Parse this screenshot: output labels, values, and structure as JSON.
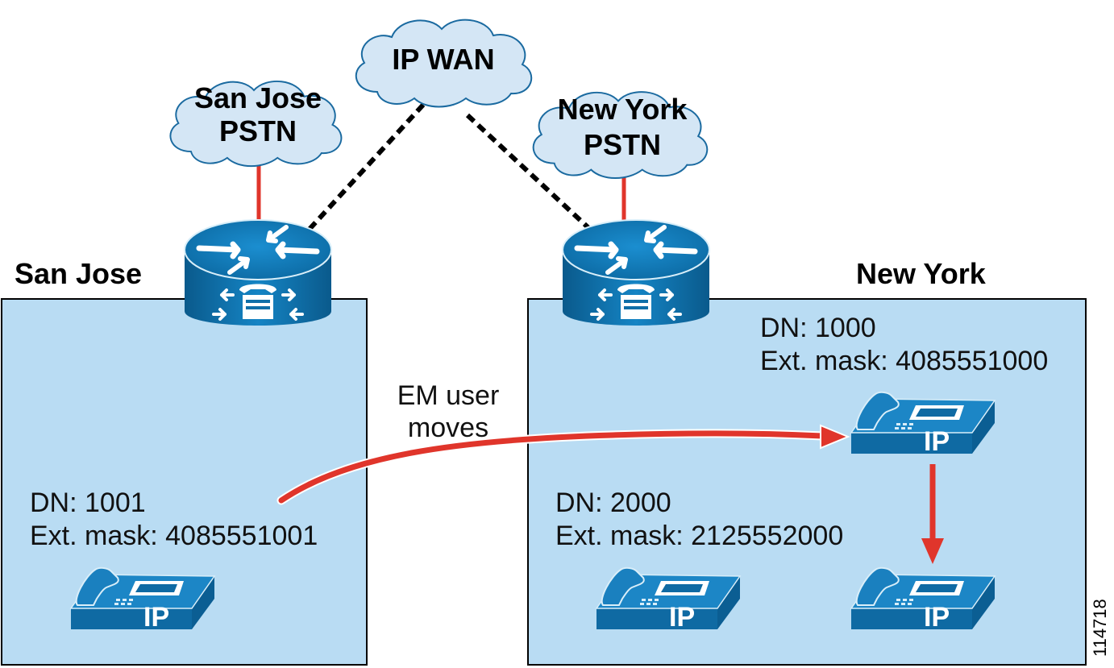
{
  "clouds": {
    "ip_wan": "IP WAN",
    "san_jose_pstn_line1": "San Jose",
    "san_jose_pstn_line2": "PSTN",
    "new_york_pstn_line1": "New York",
    "new_york_pstn_line2": "PSTN"
  },
  "sites": {
    "san_jose": "San Jose",
    "new_york": "New York"
  },
  "phones": {
    "san_jose": {
      "dn": "DN: 1001",
      "mask": "Ext. mask: 4085551001",
      "label": "IP"
    },
    "new_york_top": {
      "dn": "DN: 1000",
      "mask": "Ext. mask: 4085551000",
      "label": "IP"
    },
    "new_york_left": {
      "dn": "DN: 2000",
      "mask": "Ext. mask: 2125552000",
      "label": "IP"
    },
    "new_york_right": {
      "label": "IP"
    }
  },
  "em_move": {
    "line1": "EM user",
    "line2": "moves"
  },
  "figure_id": "114718",
  "colors": {
    "site_box": "#b9dcf3",
    "cloud_fill": "#d4e6f5",
    "router": "#0f6fa8",
    "phone": "#1479b5",
    "pstn_link": "#e0352b",
    "wan_link": "#000000",
    "move_arrow": "#e0352b"
  }
}
